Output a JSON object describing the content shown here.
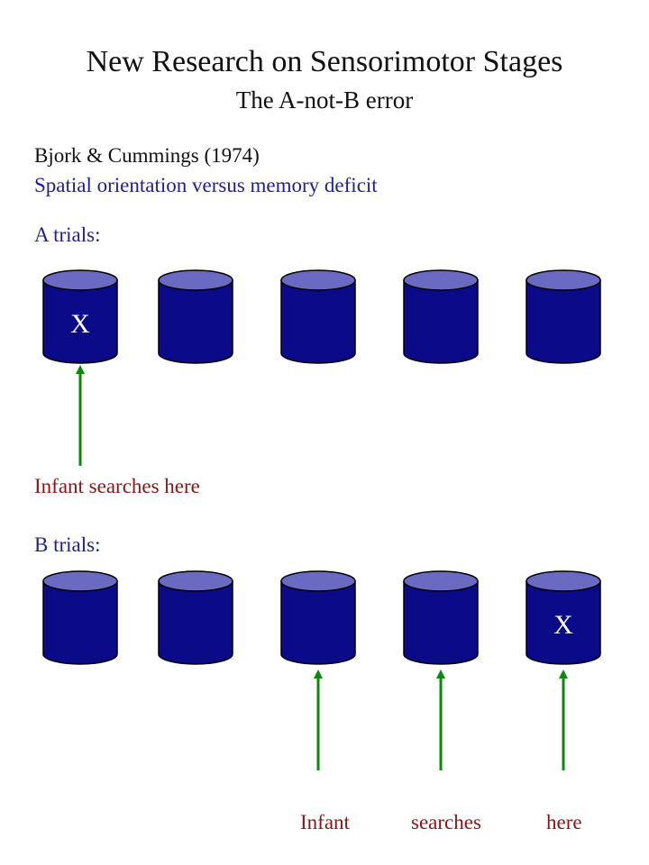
{
  "slide": {
    "title": "New Research on Sensorimotor Stages",
    "subtitle": "The A-not-B error",
    "citation": "Bjork & Cummings (1974)",
    "topic": "Spatial orientation versus memory deficit"
  },
  "a_trials": {
    "label": "A trials:",
    "hidden_mark": "X",
    "caption": "Infant searches here"
  },
  "b_trials": {
    "label": "B trials:",
    "hidden_mark": "X",
    "caption_words": [
      "Infant",
      "searches",
      "here"
    ]
  },
  "colors": {
    "container_body": "#0b0b8a",
    "container_top": "#6a6ac2",
    "outline": "#000000",
    "arrow": "#0a8a0a",
    "caption": "#8b1414",
    "heading_blue": "#1f1f8f",
    "mark": "#ffffff"
  }
}
